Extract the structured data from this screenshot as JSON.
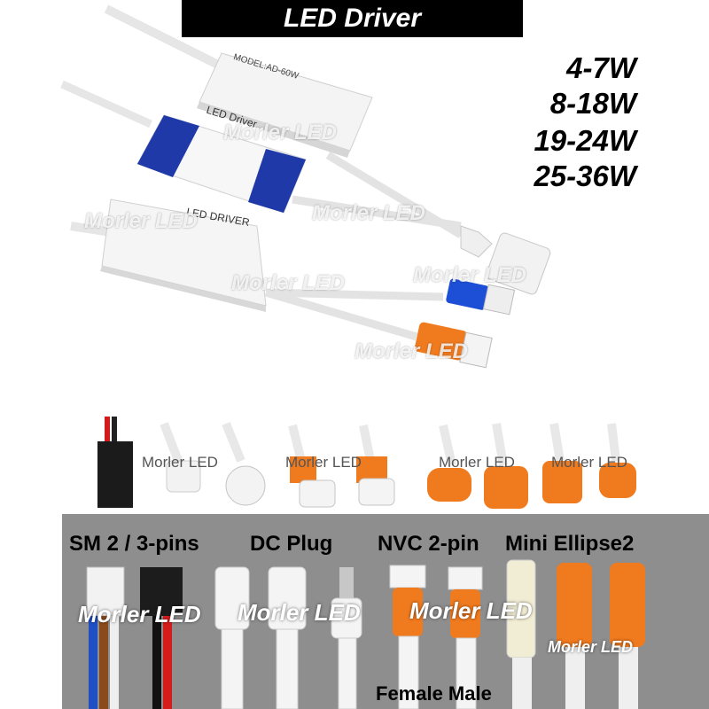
{
  "banner": {
    "title": "LED Driver"
  },
  "wattages": [
    "4-7W",
    "8-18W",
    "19-24W",
    "25-36W"
  ],
  "watermark": "Morler LED",
  "connector_types": {
    "sm": "SM 2 / 3-pins",
    "dc": "DC Plug",
    "nvc": "NVC 2-pin",
    "mini": "Mini Ellipse2"
  },
  "gender_label": "Female Male",
  "driver_labels": {
    "top": "MODEL:AD-60W",
    "middle": "LED Driver",
    "bottom": "LED DRIVER"
  },
  "colors": {
    "accent_blue": "#1f3aa8",
    "connector_orange": "#f07a1e",
    "panel_gray": "#8e8e8e",
    "banner_black": "#000000"
  }
}
